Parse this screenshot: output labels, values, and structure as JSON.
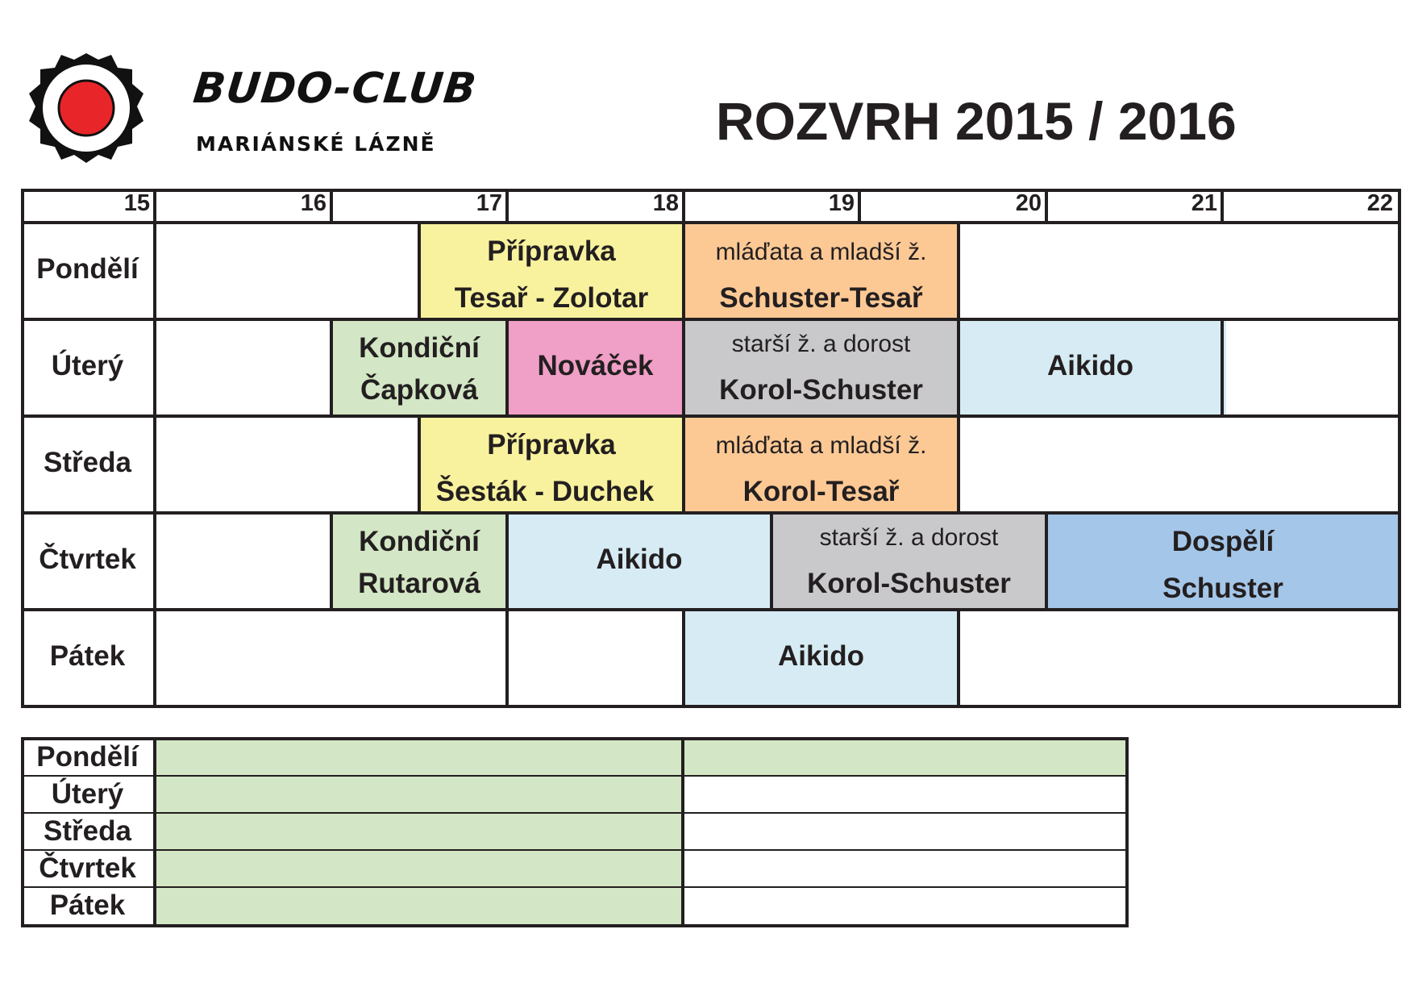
{
  "header": {
    "club_name": "BUDO-CLUB",
    "club_city": "MARIÁNSKÉ LÁZNĚ",
    "title": "ROZVRH 2015 / 2016"
  },
  "colors": {
    "yellow": "#f8f29e",
    "orange": "#fcc995",
    "green": "#d3e6c5",
    "pink": "#f09fc6",
    "gray": "#c9c9cb",
    "light_blue": "#d6ebf3",
    "blue": "#a4c6e8",
    "logo_red": "#e8262a"
  },
  "hours": [
    "15",
    "16",
    "17",
    "18",
    "19",
    "20",
    "21",
    "22"
  ],
  "days": [
    "Pondělí",
    "Úterý",
    "Středa",
    "Čtvrtek",
    "Pátek"
  ],
  "classes": {
    "mon_pripravka": {
      "line1": "Přípravka",
      "line2": "Tesař - Zolotar"
    },
    "mon_mladata": {
      "line1": "mláďata a mladší ž.",
      "line2": "Schuster-Tesař"
    },
    "tue_kondicni": {
      "line1": "Kondiční",
      "line2": "Čapková"
    },
    "tue_novacek": {
      "line1": "Nováček"
    },
    "tue_starsi": {
      "line1": "starší ž. a dorost",
      "line2": "Korol-Schuster"
    },
    "tue_aikido": {
      "line1": "Aikido"
    },
    "wed_pripravka": {
      "line1": "Přípravka",
      "line2": "Šesták - Duchek"
    },
    "wed_mladata": {
      "line1": "mláďata a mladší ž.",
      "line2": "Korol-Tesař"
    },
    "thu_kondicni": {
      "line1": "Kondiční",
      "line2": "Rutarová"
    },
    "thu_aikido": {
      "line1": "Aikido"
    },
    "thu_starsi": {
      "line1": "starší ž. a dorost",
      "line2": "Korol-Schuster"
    },
    "thu_dospeli": {
      "line1": "Dospělí",
      "line2": "Schuster"
    },
    "fri_aikido": {
      "line1": "Aikido"
    }
  },
  "second_table": {
    "days": [
      "Pondělí",
      "Úterý",
      "Středa",
      "Čtvrtek",
      "Pátek"
    ]
  }
}
